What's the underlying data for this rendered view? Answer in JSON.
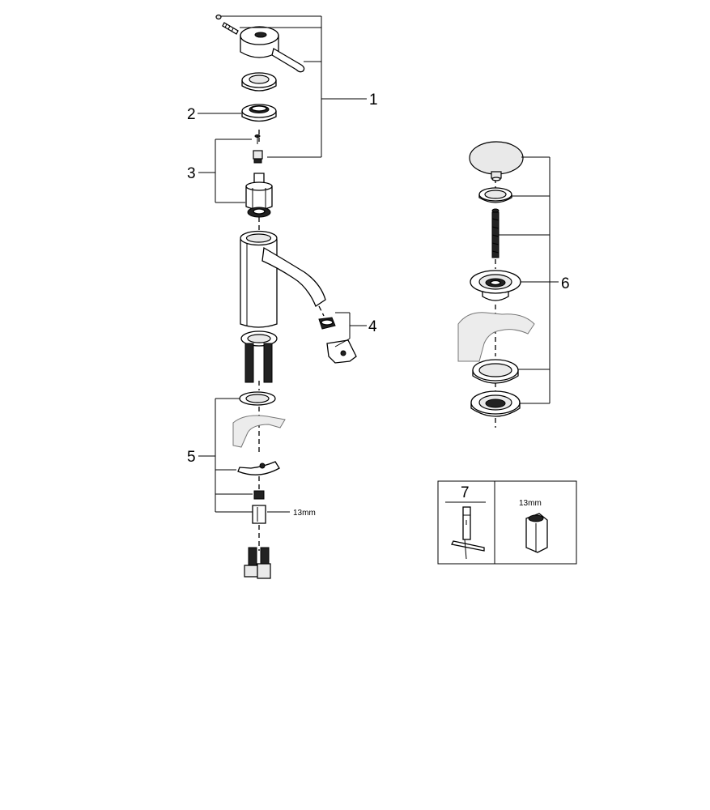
{
  "callouts": {
    "c1": "1",
    "c2": "2",
    "c3": "3",
    "c4": "4",
    "c5": "5",
    "c6": "6",
    "c7": "7"
  },
  "wrench_size_label": "13mm",
  "tool_box": {
    "number": "7",
    "wrench_size": "13mm"
  }
}
